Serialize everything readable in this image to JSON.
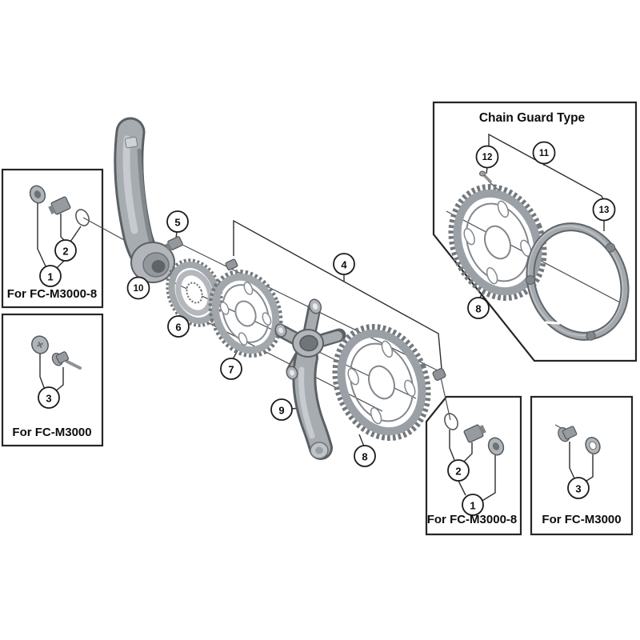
{
  "diagram": {
    "type": "exploded-parts-diagram",
    "product": "crankset exploded view",
    "title": "Chain Guard Type",
    "boxes": [
      {
        "id": "top-left",
        "label": "For FC-M3000-8"
      },
      {
        "id": "mid-left",
        "label": "For FC-M3000"
      },
      {
        "id": "chain-guard",
        "label": "Chain Guard Type"
      },
      {
        "id": "bottom-right-8",
        "label": "For FC-M3000-8"
      },
      {
        "id": "bottom-right",
        "label": "For FC-M3000"
      }
    ],
    "callouts": {
      "c1": "1",
      "c2": "2",
      "c3": "3",
      "c4": "4",
      "c5": "5",
      "c6": "6",
      "c7": "7",
      "c8": "8",
      "c8g": "8",
      "c9": "9",
      "c10": "10",
      "c11": "11",
      "c12": "12",
      "c13": "13",
      "c1b": "1",
      "c2b": "2",
      "c3b": "3"
    },
    "colors": {
      "background": "#ffffff",
      "line": "#2e2e2e",
      "part_fill": "#a7acb1",
      "part_stroke": "#5b6065",
      "part_highlight": "#c7cbcf"
    }
  }
}
